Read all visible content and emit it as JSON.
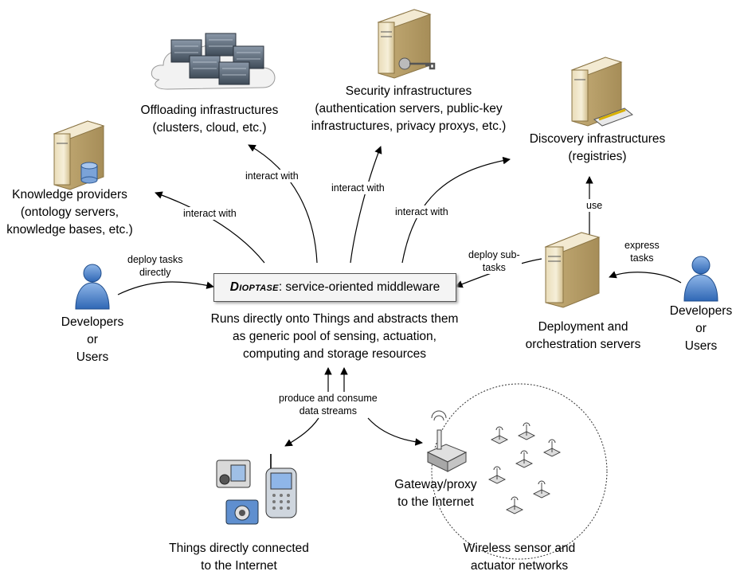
{
  "nodes": {
    "offloading": [
      "Offloading infrastructures",
      "(clusters, cloud, etc.)"
    ],
    "security": [
      "Security infrastructures",
      "(authentication servers, public-key",
      "infrastructures, privacy proxys, etc.)"
    ],
    "discovery": [
      "Discovery infrastructures",
      "(registries)"
    ],
    "knowledge": [
      "Knowledge providers",
      "(ontology servers,",
      "knowledge bases, etc.)"
    ],
    "developers_left": [
      "Developers",
      "or",
      "Users"
    ],
    "developers_right": [
      "Developers",
      "or",
      "Users"
    ],
    "deployment": [
      "Deployment and",
      "orchestration servers"
    ],
    "things": [
      "Things directly connected",
      "to the Internet"
    ],
    "gateway": [
      "Gateway/proxy",
      "to the Internet"
    ],
    "wsn": [
      "Wireless sensor and",
      "actuator networks"
    ]
  },
  "middleware": {
    "name": "Dioptase",
    "suffix": ": service-oriented middleware",
    "description": [
      "Runs directly onto Things and abstracts them",
      "as generic pool of sensing, actuation,",
      "computing and storage resources"
    ]
  },
  "edges": {
    "interact_knowledge": "interact with",
    "interact_offloading": "interact with",
    "interact_security": "interact with",
    "interact_discovery": "interact with",
    "deploy_tasks": [
      "deploy tasks",
      "directly"
    ],
    "deploy_subtasks": [
      "deploy sub-",
      "tasks"
    ],
    "express_tasks": [
      "express",
      "tasks"
    ],
    "use": "use",
    "produce_consume": [
      "produce and consume",
      "data streams"
    ]
  }
}
